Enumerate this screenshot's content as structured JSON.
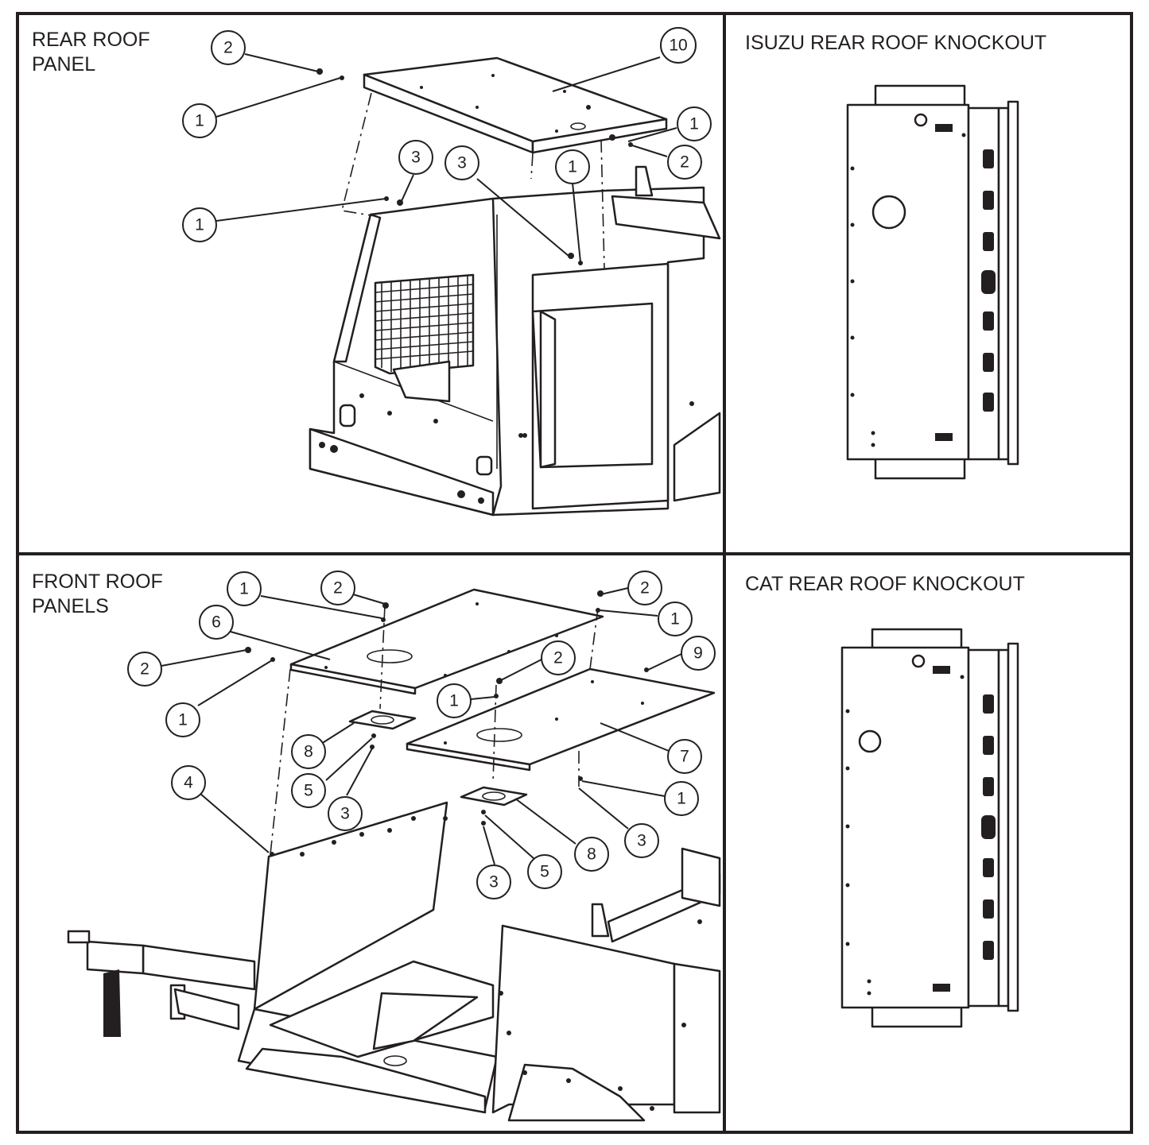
{
  "panels": {
    "rear_roof": {
      "title_line1": "REAR ROOF",
      "title_line2": "PANEL"
    },
    "isuzu": {
      "title": "ISUZU REAR ROOF KNOCKOUT"
    },
    "front_roof": {
      "title_line1": "FRONT ROOF",
      "title_line2": "PANELS"
    },
    "cat": {
      "title": "CAT REAR ROOF KNOCKOUT"
    }
  },
  "callouts": {
    "rear": [
      "2",
      "10",
      "1",
      "1",
      "2",
      "3",
      "3",
      "1",
      "1"
    ],
    "front": [
      "1",
      "2",
      "2",
      "6",
      "1",
      "2",
      "9",
      "1",
      "2",
      "1",
      "8",
      "7",
      "5",
      "3",
      "4",
      "1",
      "3",
      "8",
      "3",
      "5"
    ]
  },
  "colors": {
    "ink": "#231f20",
    "paper": "#ffffff"
  }
}
